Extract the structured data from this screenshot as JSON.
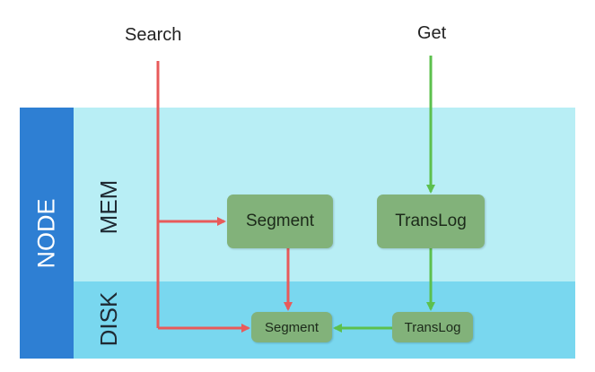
{
  "labels": {
    "search": "Search",
    "get": "Get",
    "node": "NODE",
    "mem": "MEM",
    "disk": "DISK"
  },
  "boxes": {
    "mem_segment": "Segment",
    "mem_translog": "TransLog",
    "disk_segment": "Segment",
    "disk_translog": "TransLog"
  },
  "colors": {
    "node_bar": "#2e7fd3",
    "mem_region": "#b8eef5",
    "disk_region": "#79d7ef",
    "box_fill": "#82b27a",
    "search_arrow": "#e85a5a",
    "get_arrow": "#5cc04d"
  }
}
